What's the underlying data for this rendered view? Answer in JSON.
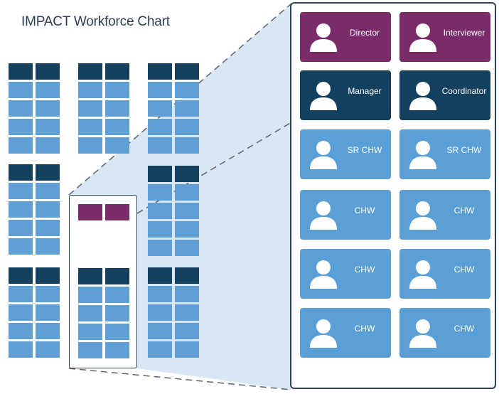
{
  "title": "IMPACT Workforce Chart",
  "colors": {
    "header": "#14405f",
    "body": "#5f9fd6",
    "leadership": "#7a2b6a",
    "frame": "#2f4258"
  },
  "panel": {
    "cards": [
      {
        "label": "Director",
        "color": "purple",
        "icon": "person-icon"
      },
      {
        "label": "Interviewer",
        "color": "purple",
        "icon": "person-icon"
      },
      {
        "label": "Manager",
        "color": "navy",
        "icon": "person-icon"
      },
      {
        "label": "Coordinator",
        "color": "navy",
        "icon": "person-icon"
      },
      {
        "label": "SR CHW",
        "color": "blue",
        "icon": "person-icon"
      },
      {
        "label": "SR CHW",
        "color": "blue",
        "icon": "person-icon"
      },
      {
        "label": "CHW",
        "color": "blue",
        "icon": "person-icon"
      },
      {
        "label": "CHW",
        "color": "blue",
        "icon": "person-icon"
      },
      {
        "label": "CHW",
        "color": "blue",
        "icon": "person-icon"
      },
      {
        "label": "CHW",
        "color": "blue",
        "icon": "person-icon"
      },
      {
        "label": "CHW",
        "color": "blue",
        "icon": "person-icon"
      },
      {
        "label": "CHW",
        "color": "blue",
        "icon": "person-icon"
      }
    ]
  }
}
